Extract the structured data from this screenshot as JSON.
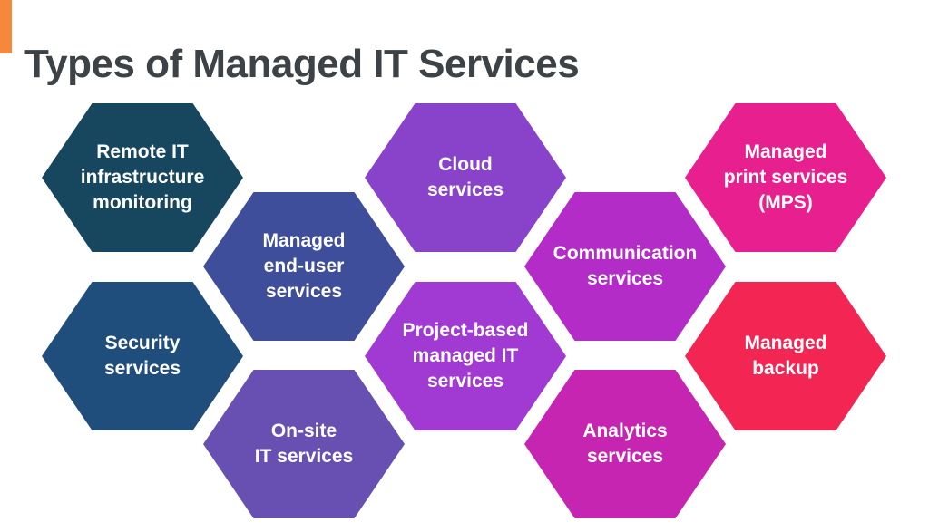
{
  "header": {
    "title": "Types of Managed IT Services",
    "title_color": "#3d4246",
    "accent_color": "#f6873c"
  },
  "diagram": {
    "type": "honeycomb-hexagon-diagram",
    "text_color": "#ffffff",
    "hexagons": [
      {
        "id": "remote-it-infrastructure-monitoring",
        "text": "Remote IT\ninfrastructure\nmonitoring",
        "color": "#17465f",
        "col": 1,
        "row": 1
      },
      {
        "id": "managed-end-user-services",
        "text": "Managed\nend-user\nservices",
        "color": "#3f4e9b",
        "col": 2,
        "row": 2
      },
      {
        "id": "cloud-services",
        "text": "Cloud\nservices",
        "color": "#8942ca",
        "col": 3,
        "row": 1
      },
      {
        "id": "communication-services",
        "text": "Communication\nservices",
        "color": "#b32cc7",
        "col": 4,
        "row": 2
      },
      {
        "id": "managed-print-services-mps",
        "text": "Managed\nprint services\n(MPS)",
        "color": "#e81f8f",
        "col": 5,
        "row": 1
      },
      {
        "id": "security-services",
        "text": "Security\nservices",
        "color": "#1f4e7c",
        "col": 1,
        "row": 3
      },
      {
        "id": "on-site-it-services",
        "text": "On-site\nIT services",
        "color": "#6750b2",
        "col": 2,
        "row": 4
      },
      {
        "id": "project-based-managed-it-services",
        "text": "Project-based\nmanaged IT\nservices",
        "color": "#a13ad2",
        "col": 3,
        "row": 3
      },
      {
        "id": "analytics-services",
        "text": "Analytics\nservices",
        "color": "#c525b0",
        "col": 4,
        "row": 4
      },
      {
        "id": "managed-backup",
        "text": "Managed\nbackup",
        "color": "#f22553",
        "col": 5,
        "row": 3
      }
    ]
  }
}
